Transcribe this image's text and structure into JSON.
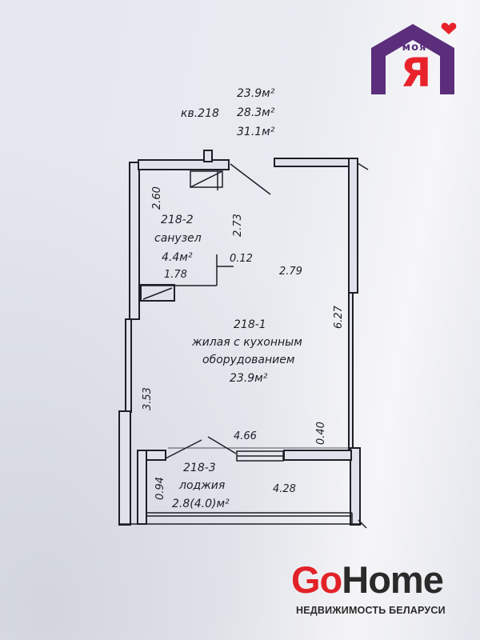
{
  "header": {
    "apartment": "кв.218",
    "area_living": "23.9м²",
    "area_total": "28.3м²",
    "area_with_loggia": "31.1м²"
  },
  "rooms": [
    {
      "number": "218-2",
      "name": "санузел",
      "area": "4.4м²"
    },
    {
      "number": "218-1",
      "name_line1": "жилая с кухонным",
      "name_line2": "оборудованием",
      "area": "23.9м²"
    },
    {
      "number": "218-3",
      "name": "лоджия",
      "area": "2.8(4.0)м²"
    }
  ],
  "dimensions": {
    "bath_height": "2.60",
    "bath_inner_height": "2.73",
    "bath_width": "1.78",
    "bath_offset": "0.12",
    "room_width": "2.79",
    "room_height": "6.27",
    "lower_height": "3.53",
    "loggia_length": "4.66",
    "loggia_offset": "0.40",
    "loggia_inner_length": "4.28",
    "loggia_depth": "0.94"
  },
  "branding": {
    "moya_word": "моя",
    "moya_letter": "Я",
    "gohome_go": "Go",
    "gohome_home": "Home",
    "gohome_tagline": "НЕДВИЖИМОСТЬ БЕЛАРУСИ"
  },
  "colors": {
    "wall_fill": "#1c1f26",
    "line": "#1c1f26",
    "moya_purple": "#5a2e7a",
    "moya_red": "#e8232b",
    "gohome_red": "#e22228"
  }
}
